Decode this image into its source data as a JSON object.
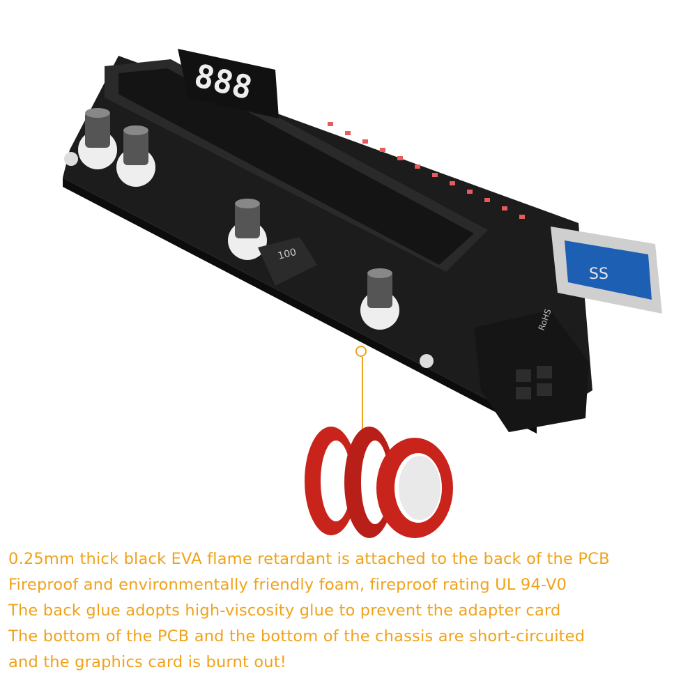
{
  "pcb": {
    "display_digits": "888",
    "inductor_label": "100",
    "silk_rohs": "RoHS",
    "usb_logo": "SS"
  },
  "caption": {
    "lines": [
      "0.25mm thick black EVA flame retardant is attached to the back of the PCB",
      "Fireproof and environmentally friendly foam, fireproof rating UL 94-V0",
      "The back glue adopts high-viscosity glue to prevent the adapter card",
      "The bottom of the PCB and the bottom of the chassis are short-circuited",
      "and the graphics card is burnt out!"
    ]
  },
  "colors": {
    "caption_text": "#f0a21a",
    "callout": "#f0a21a",
    "pcb": "#1c1c1c",
    "tape_red": "#c8241c"
  }
}
